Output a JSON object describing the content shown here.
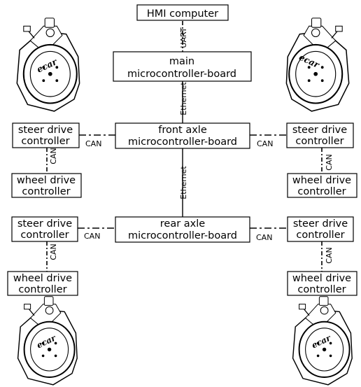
{
  "boxes": {
    "hmi": "HMI computer",
    "main_l1": "main",
    "main_l2": "microcontroller-board",
    "front_l1": "front axle",
    "front_l2": "microcontroller-board",
    "rear_l1": "rear axle",
    "rear_l2": "microcontroller-board",
    "steer_l1": "steer drive",
    "steer_l2": "controller",
    "wheel_l1": "wheel drive",
    "wheel_l2": "controller"
  },
  "links": {
    "uart": "UART",
    "ethernet": "Ethernet",
    "can": "CAN"
  },
  "logo_text": "ecar"
}
